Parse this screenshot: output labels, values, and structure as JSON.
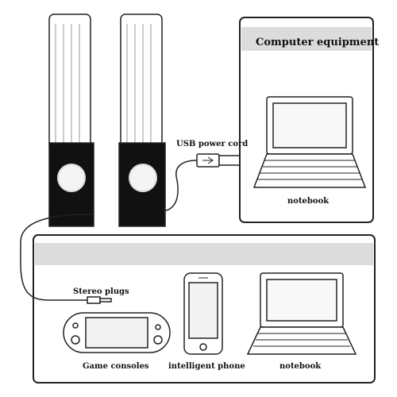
{
  "panels": {
    "computer": {
      "title": "Computer equipment",
      "device_label": "notebook"
    },
    "devices": {
      "items": [
        {
          "label": "Game consoles"
        },
        {
          "label": "intelligent phone"
        },
        {
          "label": "notebook"
        }
      ]
    }
  },
  "cables": {
    "usb_label": "USB power cord",
    "stereo_label": "Stereo plugs"
  },
  "colors": {
    "line": "#222222",
    "speaker_base": "#111111",
    "panel_band": "#dcdcdc"
  }
}
